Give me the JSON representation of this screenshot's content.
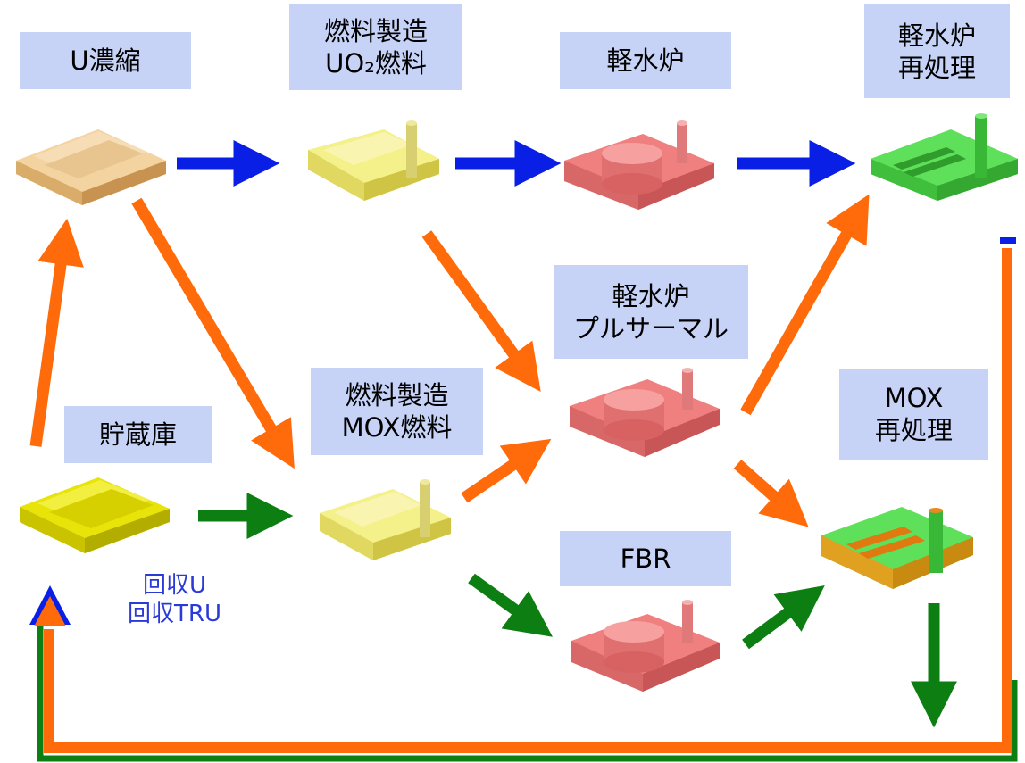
{
  "labels": {
    "u_enrichment": "U濃縮",
    "uo2_fuel_fab": "燃料製造\nUO₂燃料",
    "lwr": "軽水炉",
    "lwr_reprocessing": "軽水炉\n再処理",
    "lwr_pluthermal": "軽水炉\nプルサーマル",
    "storage": "貯蔵庫",
    "mox_fuel_fab": "燃料製造\nMOX燃料",
    "mox_reprocessing": "MOX\n再処理",
    "fbr": "FBR",
    "recovered": "回収U\n回収TRU"
  },
  "colors": {
    "label_box": "#c6d3f7",
    "arrow_blue": "#0a1fe6",
    "arrow_orange": "#ff6a0a",
    "arrow_green": "#0d7f12",
    "enrichment_block": "#f3d3a0",
    "fuel_block": "#f4f08a",
    "reactor_block": "#f08080",
    "reprocessing_block": "#5ee05a",
    "storage_block": "#e8e40a",
    "recovered_text": "#2a3ad6"
  }
}
